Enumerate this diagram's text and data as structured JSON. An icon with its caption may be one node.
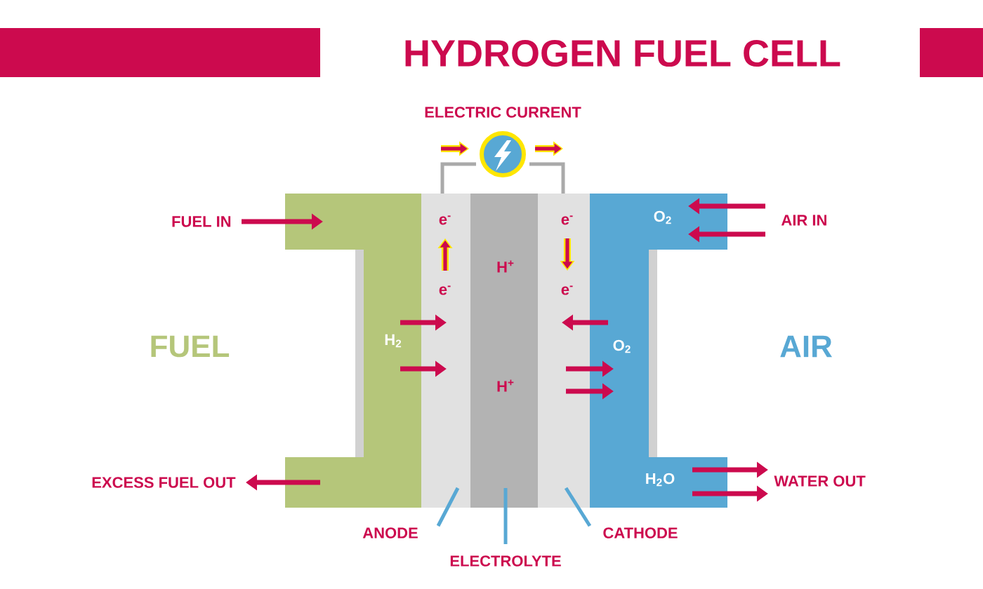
{
  "diagram": {
    "title": "HYDROGEN FUEL CELL",
    "nodes": [
      {
        "text": [
          "ELECTRIC CURRENT"
        ]
      },
      {
        "text": [
          "FUEL IN"
        ]
      },
      {
        "text": [
          "H$_{2}$"
        ],
        "beside": [
          "FUEL"
        ]
      },
      {
        "text": [
          "e$^{-}$",
          "e$^{-}$"
        ]
      },
      {
        "text": [
          "H$^{+}$",
          "H$^{+}$"
        ]
      },
      {
        "text": [
          "e$^{-}$",
          "e$^{-}$"
        ]
      },
      {
        "text": [
          "O$_{2}$",
          "O$_{2}$",
          "H$_{2}$O"
        ],
        "beside": [
          "AIR"
        ]
      },
      {
        "text": [
          "AIR IN"
        ]
      },
      {
        "text": [
          "EXCESS FUEL OUT"
        ]
      },
      {
        "text": [
          "WATER OUT"
        ]
      },
      {
        "text": [
          "ANODE"
        ]
      },
      {
        "text": [
          "ELECTROLYTE"
        ]
      },
      {
        "text": [
          "CATHODE"
        ]
      }
    ],
    "edges": [
      {
        "from": 3,
        "to": 0,
        "arrow": "none",
        "color": "#aaaaaa"
      },
      {
        "from": 0,
        "to": 5,
        "arrow": "none",
        "color": "#aaaaaa"
      },
      {
        "from": 1,
        "to": 2,
        "arrow": "to"
      },
      {
        "from": 7,
        "to": 6,
        "arrow": "to"
      },
      {
        "from": 7,
        "to": 6,
        "arrow": "to"
      },
      {
        "from": 2,
        "to": 3,
        "arrow": "to"
      },
      {
        "from": 2,
        "to": 3,
        "arrow": "to"
      },
      {
        "from": 6,
        "to": 5,
        "arrow": "to"
      },
      {
        "from": 5,
        "to": 6,
        "arrow": "to"
      },
      {
        "from": 5,
        "to": 6,
        "arrow": "to"
      },
      {
        "from": 2,
        "to": 8,
        "arrow": "to"
      },
      {
        "from": 6,
        "to": 9,
        "arrow": "to"
      },
      {
        "from": 6,
        "to": 9,
        "arrow": "to"
      },
      {
        "from": 10,
        "to": 3,
        "arrow": "none",
        "color": "#58a8d4"
      },
      {
        "from": 11,
        "to": 4,
        "arrow": "none",
        "color": "#58a8d4"
      },
      {
        "from": 12,
        "to": 5,
        "arrow": "none",
        "color": "#58a8d4"
      }
    ]
  }
}
